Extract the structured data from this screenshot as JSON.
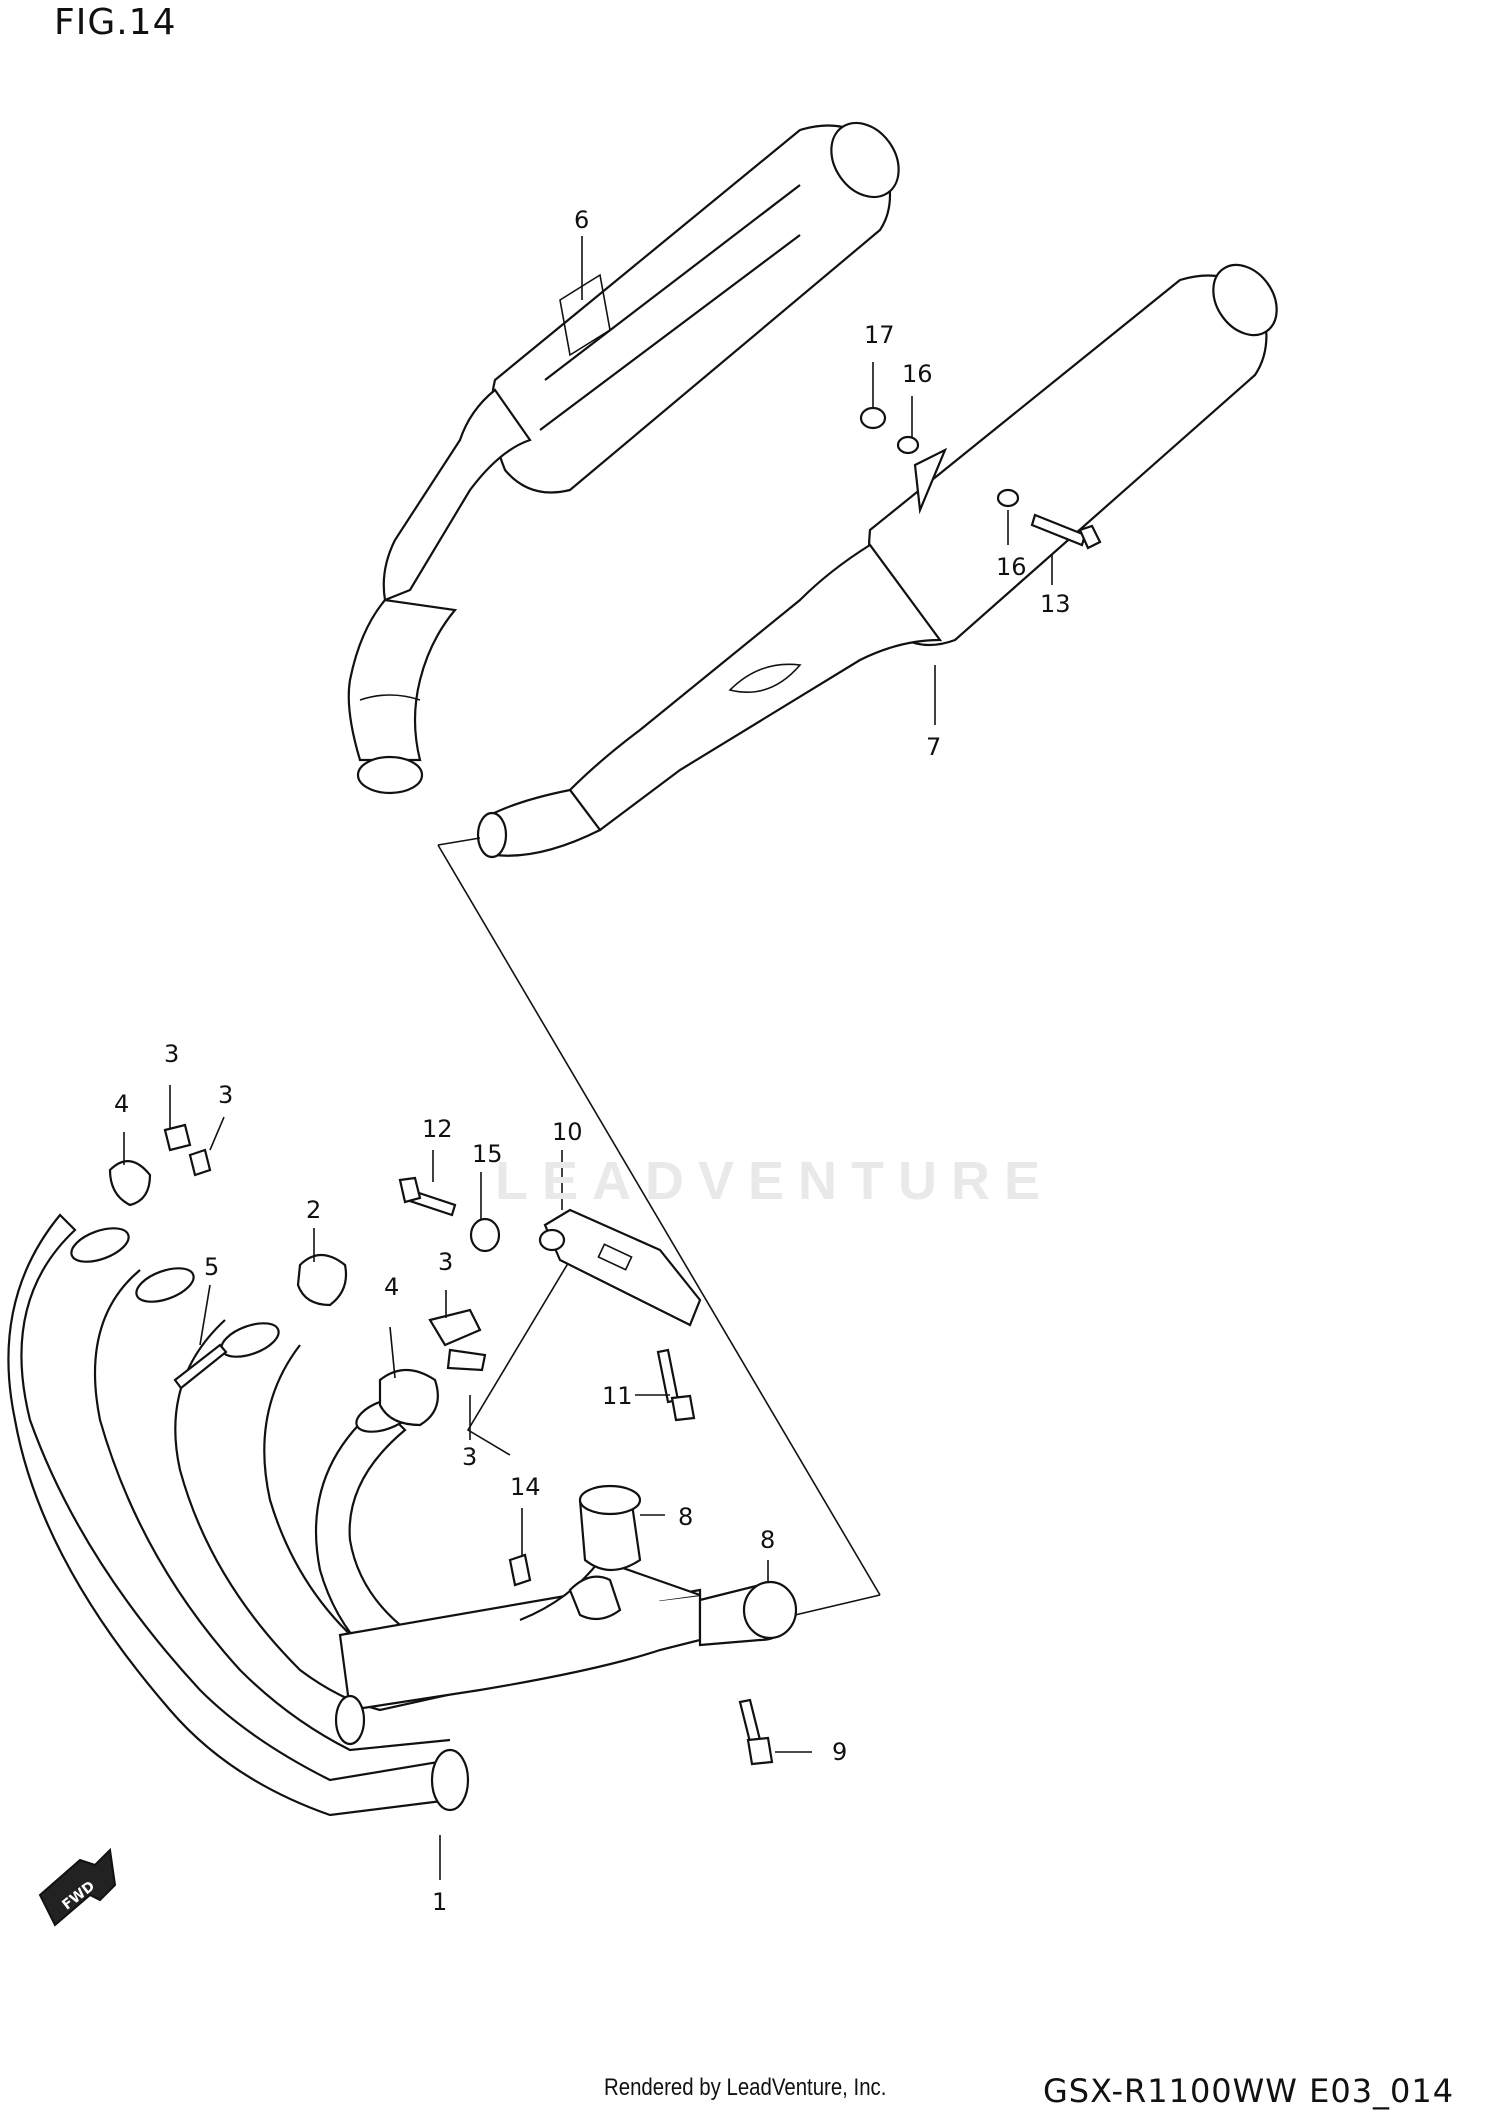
{
  "figure": {
    "title": "FIG.14"
  },
  "watermark": {
    "text": "LEADVENTURE"
  },
  "footer": {
    "rendered_by": "Rendered by LeadVenture, Inc.",
    "model_code": "GSX-R1100WW  E03_014"
  },
  "callouts": [
    {
      "id": "c6",
      "label": "6",
      "part": "muffler-left"
    },
    {
      "id": "c17",
      "label": "17",
      "part": "nut"
    },
    {
      "id": "c16a",
      "label": "16",
      "part": "washer"
    },
    {
      "id": "c16b",
      "label": "16",
      "part": "washer"
    },
    {
      "id": "c13",
      "label": "13",
      "part": "muffler-bolt"
    },
    {
      "id": "c7",
      "label": "7",
      "part": "muffler-right"
    },
    {
      "id": "c3a",
      "label": "3",
      "part": "clamp"
    },
    {
      "id": "c3b",
      "label": "3",
      "part": "clamp"
    },
    {
      "id": "c4a",
      "label": "4",
      "part": "flange"
    },
    {
      "id": "c12",
      "label": "12",
      "part": "bracket-bolt"
    },
    {
      "id": "c15",
      "label": "15",
      "part": "spacer"
    },
    {
      "id": "c10",
      "label": "10",
      "part": "bracket"
    },
    {
      "id": "c2",
      "label": "2",
      "part": "gasket"
    },
    {
      "id": "c5",
      "label": "5",
      "part": "stud-bolt"
    },
    {
      "id": "c4b",
      "label": "4",
      "part": "flange"
    },
    {
      "id": "c3c",
      "label": "3",
      "part": "clamp"
    },
    {
      "id": "c3d",
      "label": "3",
      "part": "clamp"
    },
    {
      "id": "c11",
      "label": "11",
      "part": "bracket-bolt"
    },
    {
      "id": "c14",
      "label": "14",
      "part": "nut"
    },
    {
      "id": "c8a",
      "label": "8",
      "part": "connector-clamp"
    },
    {
      "id": "c8b",
      "label": "8",
      "part": "connector"
    },
    {
      "id": "c9",
      "label": "9",
      "part": "drain-bolt"
    },
    {
      "id": "c1",
      "label": "1",
      "part": "exhaust-pipe-assembly"
    }
  ],
  "fwd_arrow": {
    "label": "FWD"
  }
}
